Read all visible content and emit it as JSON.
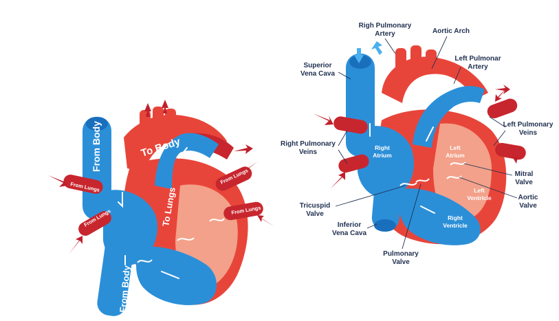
{
  "left_heart": {
    "labels": {
      "from_body_top": "From Body",
      "from_body_bottom": "From Body",
      "to_body": "To Body",
      "to_lungs": "To Lungs",
      "from_lungs_left_1": "From Lungs",
      "from_lungs_left_2": "From Lungs",
      "from_lungs_right_1": "From Lungs",
      "from_lungs_right_2": "From Lungs"
    }
  },
  "right_heart": {
    "labels": {
      "right_pulmonary_artery": [
        "Righ Pulmonary",
        "Artery"
      ],
      "aortic_arch": "Aortic Arch",
      "superior_vena_cava": [
        "Superior",
        "Vena Cava"
      ],
      "left_pulmonary_artery": [
        "Left Pulmonar",
        "Artery"
      ],
      "left_pulmonary_veins": [
        "Left Pulmonary",
        "Veins"
      ],
      "right_pulmonary_veins": [
        "Right Pulmonary",
        "Veins"
      ],
      "mitral_valve": [
        "Mitral",
        "Valve"
      ],
      "aortic_valve": [
        "Aortic",
        "Valve"
      ],
      "tricuspid_valve": [
        "Tricuspid",
        "Valve"
      ],
      "inferior_vena_cava": [
        "Inferior",
        "Vena Cava"
      ],
      "pulmonary_valve": [
        "Pulmonary",
        "Valve"
      ],
      "right_atrium": [
        "Right",
        "Atrium"
      ],
      "left_atrium": [
        "Left",
        "Atrium"
      ],
      "left_ventricle": [
        "Left",
        "Ventricle"
      ],
      "right_ventricle": [
        "Right",
        "Ventricle"
      ]
    }
  },
  "colors": {
    "oxygenated": "#e8453a",
    "deoxygenated": "#2b8fd8",
    "text": "#1f2f4f"
  }
}
